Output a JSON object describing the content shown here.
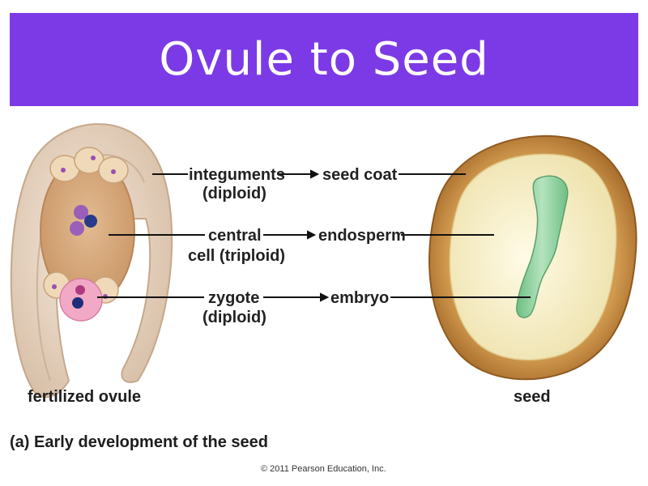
{
  "title": "Ovule to Seed",
  "labels": {
    "integuments": "integuments",
    "integuments_ploidy": "(diploid)",
    "seed_coat": "seed coat",
    "central": "central",
    "central_cell": "cell (triploid)",
    "endosperm": "endosperm",
    "zygote": "zygote",
    "zygote_ploidy": "(diploid)",
    "embryo": "embryo"
  },
  "captions": {
    "left": "fertilized ovule",
    "right": "seed",
    "figure": "(a) Early development of the seed",
    "copyright": "© 2011 Pearson Education, Inc."
  },
  "colors": {
    "banner": "#7c3ae6",
    "integument": "#e9d7c6",
    "ovule_interior": "#d8ad7f",
    "zygote": "#f2a9c5",
    "seed_coat": "#c48a40",
    "endosperm": "#f8f2cf",
    "embryo": "#8fcf9a"
  }
}
